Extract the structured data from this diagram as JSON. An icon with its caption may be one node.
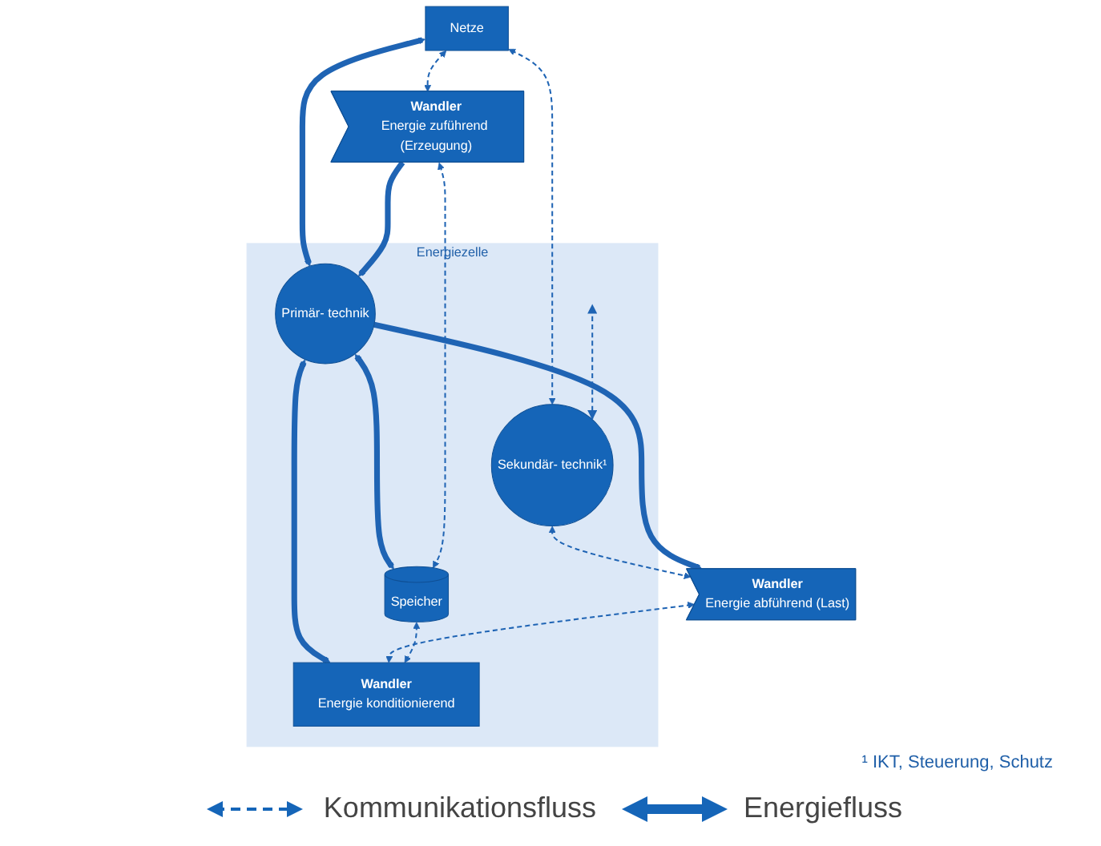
{
  "diagram": {
    "nodes": [
      {
        "text": [
          "Energiezelle"
        ]
      },
      {
        "text": [
          "Netze"
        ]
      },
      {
        "text": [
          "Sekundär- technik¹"
        ],
        "in": 0
      },
      {
        "text": [
          "Wandler",
          "Energie zuführend (Erzeugung)"
        ]
      },
      {
        "text": [
          "Primär- technik"
        ],
        "in": 0
      },
      {
        "text": [
          "Wandler",
          "Energie abführend (Last)"
        ]
      },
      {
        "text": [
          "Speicher"
        ],
        "in": 0
      },
      {
        "text": [
          "Wandler",
          "Energie konditionierend"
        ],
        "in": 0
      }
    ],
    "edges": [
      {
        "from": 3,
        "to": 1,
        "arrow": "both",
        "style": "dashed"
      },
      {
        "from": 1,
        "to": 2,
        "arrow": "both",
        "style": "dashed"
      },
      {
        "from": 2,
        "to": null,
        "arrow": "both",
        "style": "dashed"
      },
      {
        "from": 1,
        "to": 4,
        "arrow": "both",
        "style": "thick"
      },
      {
        "from": 2,
        "to": 5,
        "arrow": "both",
        "style": "dashed"
      },
      {
        "from": 3,
        "to": 4,
        "arrow": "to",
        "style": "thick"
      },
      {
        "from": 4,
        "to": 5,
        "arrow": "to",
        "style": "thick"
      },
      {
        "from": 4,
        "to": 6,
        "arrow": "both",
        "style": "thick"
      },
      {
        "from": 4,
        "to": 7,
        "arrow": "both",
        "style": "thick"
      },
      {
        "from": 3,
        "to": 6,
        "arrow": "both",
        "style": "dashed"
      },
      {
        "from": 5,
        "to": 7,
        "arrow": "both",
        "style": "dashed"
      },
      {
        "from": 6,
        "to": 7,
        "arrow": "both",
        "style": "dashed"
      }
    ],
    "labels": [
      "¹ IKT, Steuerung, Schutz"
    ],
    "legend": [
      {
        "text": "Kommunikationsfluss"
      },
      {
        "text": "Energiefluss"
      }
    ]
  }
}
